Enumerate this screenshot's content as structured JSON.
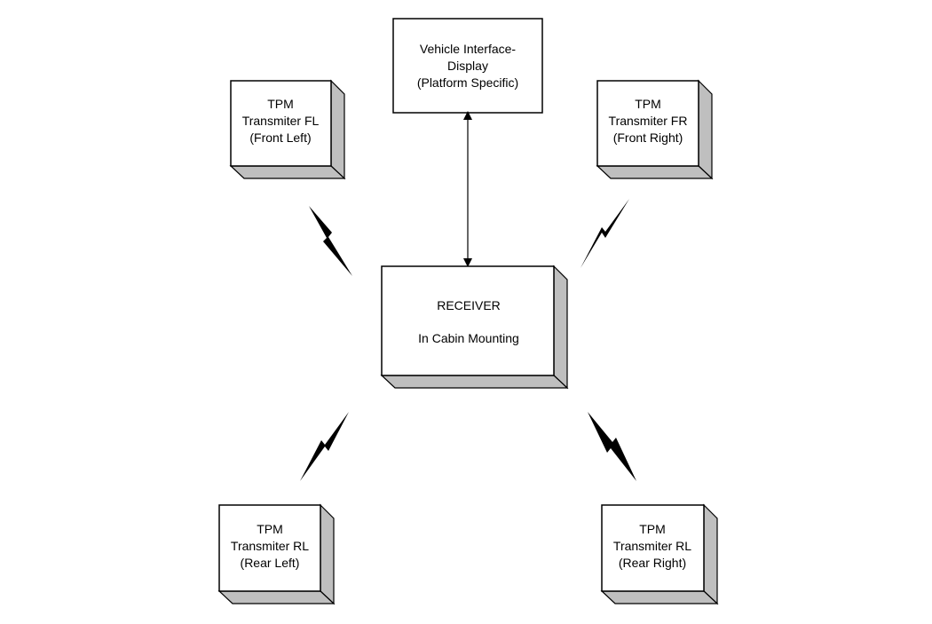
{
  "diagram": {
    "display": {
      "line1": "Vehicle Interface-",
      "line2": "Display",
      "line3": "(Platform Specific)"
    },
    "receiver": {
      "line1": "RECEIVER",
      "line2": "In Cabin Mounting"
    },
    "transmitter_fl": {
      "line1": "TPM",
      "line2": "Transmiter FL",
      "line3": "(Front Left)"
    },
    "transmitter_fr": {
      "line1": "TPM",
      "line2": "Transmiter FR",
      "line3": "(Front Right)"
    },
    "transmitter_rl": {
      "line1": "TPM",
      "line2": "Transmiter RL",
      "line3": "(Rear Left)"
    },
    "transmitter_rr": {
      "line1": "TPM",
      "line2": "Transmiter RL",
      "line3": "(Rear Right)"
    }
  },
  "colors": {
    "box_face": "#ffffff",
    "box_side": "#bfbfbf",
    "line": "#000000"
  }
}
